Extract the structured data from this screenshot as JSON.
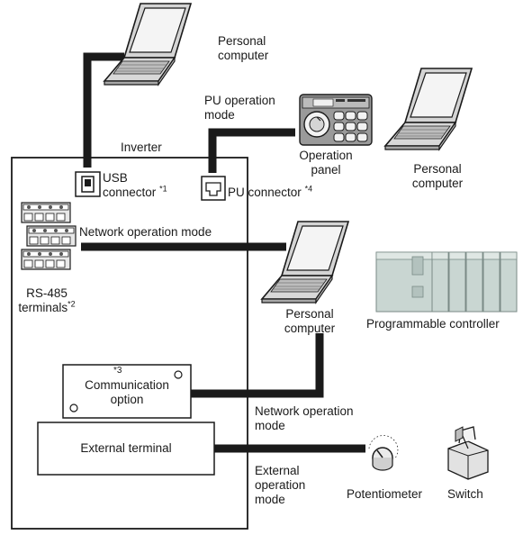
{
  "labels": {
    "pc_top": [
      "Personal",
      "computer"
    ],
    "pu_mode": [
      "PU operation",
      "mode"
    ],
    "inverter": "Inverter",
    "operation_panel": [
      "Operation",
      "panel"
    ],
    "pc_right": [
      "Personal",
      "computer"
    ],
    "usb": [
      "USB",
      "connector"
    ],
    "usb_note": "*1",
    "pu_connector": "PU connector",
    "pu_note": "*4",
    "network_mode_1": "Network operation mode",
    "rs485": [
      "RS-485",
      "terminals"
    ],
    "rs485_note": "*2",
    "pc_mid": [
      "Personal",
      "computer"
    ],
    "plc": "Programmable controller",
    "comm_note": "*3",
    "comm_option": [
      "Communication",
      "option"
    ],
    "network_mode_2": [
      "Network operation",
      "mode"
    ],
    "external_terminal": "External terminal",
    "external_mode": [
      "External",
      "operation",
      "mode"
    ],
    "potentiometer": "Potentiometer",
    "switch": "Switch"
  },
  "colors": {
    "line": "#1a1a1a",
    "laptop_body": "#d4d4d4",
    "laptop_screen": "#f2f2f2",
    "panel_body": "#9a9a9a",
    "plc_body": "#c9d6d2"
  }
}
